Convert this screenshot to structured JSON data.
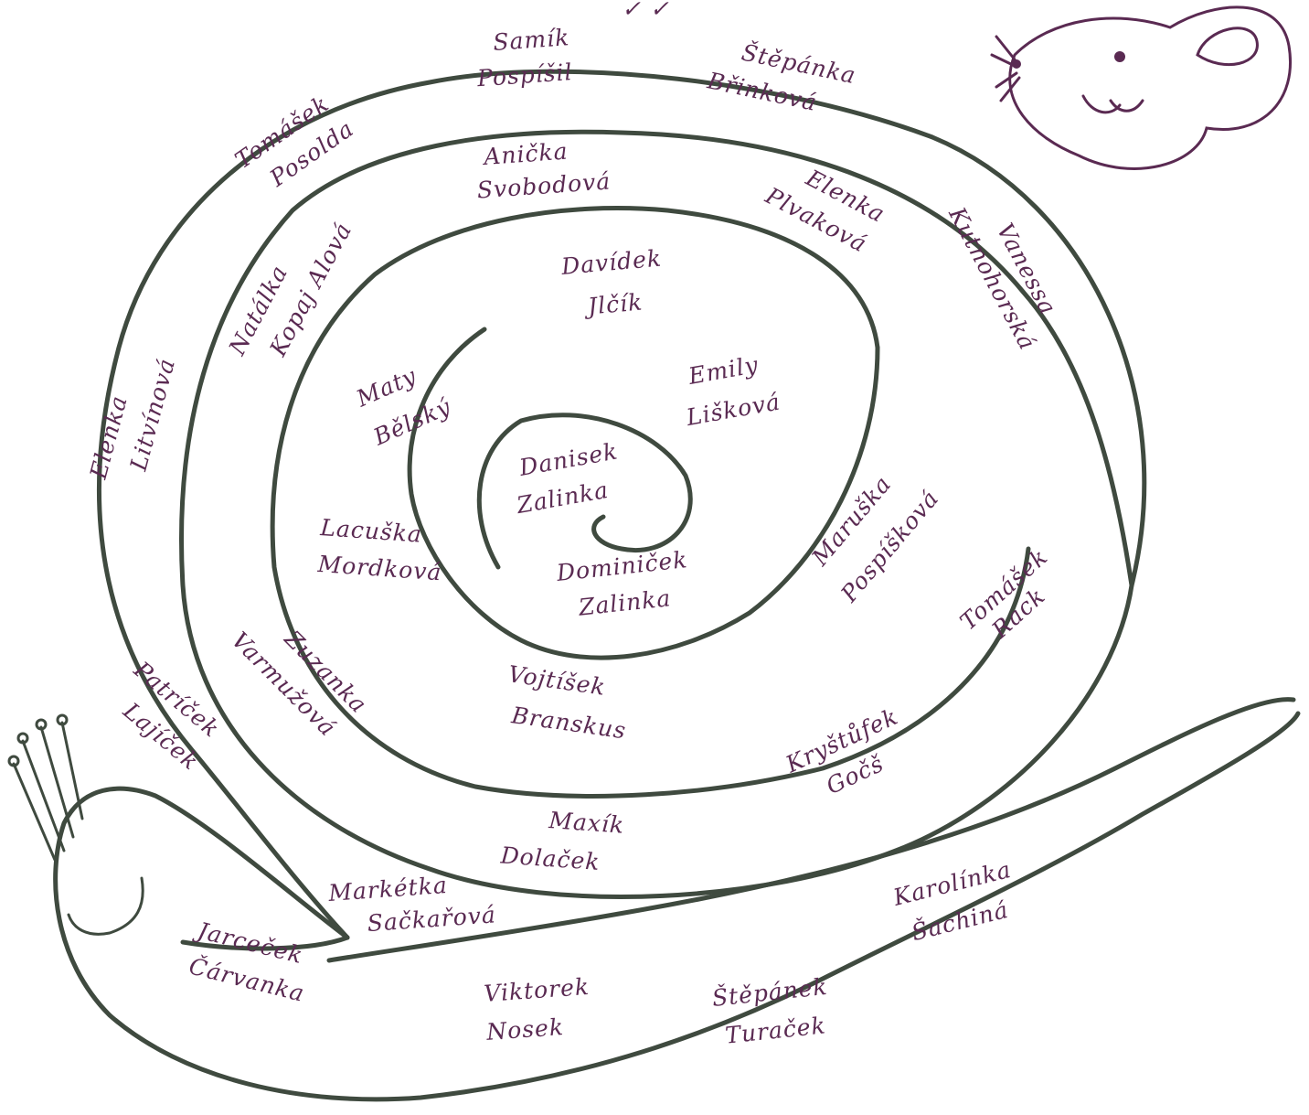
{
  "header_fragment": "✓ ✓",
  "names": [
    {
      "id": "n01",
      "line1": "Samík",
      "line2": "Pospíšil"
    },
    {
      "id": "n02",
      "line1": "Štěpánka",
      "line2": "Břinková"
    },
    {
      "id": "n03",
      "line1": "Tomášek",
      "line2": "Posolda"
    },
    {
      "id": "n04",
      "line1": "Anička",
      "line2": "Svobodová"
    },
    {
      "id": "n05",
      "line1": "Elenka",
      "line2": "Plvaková"
    },
    {
      "id": "n06",
      "line1": "Vanessa",
      "line2": "Kutnohorská"
    },
    {
      "id": "n07",
      "line1": "Natálka",
      "line2": "Kopaj Alová"
    },
    {
      "id": "n08",
      "line1": "Davídek",
      "line2": "Jlčík"
    },
    {
      "id": "n09",
      "line1": "Elenka",
      "line2": "Litvínová"
    },
    {
      "id": "n10",
      "line1": "Maty",
      "line2": "Bělský"
    },
    {
      "id": "n11",
      "line1": "Emily",
      "line2": "Lišková"
    },
    {
      "id": "n12",
      "line1": "Danisek",
      "line2": "Zalinka"
    },
    {
      "id": "n13",
      "line1": "Lacuška",
      "line2": "Mordková"
    },
    {
      "id": "n14",
      "line1": "Dominiček",
      "line2": "Zalinka"
    },
    {
      "id": "n15",
      "line1": "Maruška",
      "line2": "Pospíšková"
    },
    {
      "id": "n16",
      "line1": "Tomášek",
      "line2": "Rack"
    },
    {
      "id": "n17",
      "line1": "Vojtíšek",
      "line2": "Branskus"
    },
    {
      "id": "n18",
      "line1": "Zuzanka",
      "line2": "Varmužová"
    },
    {
      "id": "n19",
      "line1": "Patríček",
      "line2": "Lajíček"
    },
    {
      "id": "n20",
      "line1": "Kryštůfek",
      "line2": "Gočš"
    },
    {
      "id": "n21",
      "line1": "Maxík",
      "line2": "Dolaček"
    },
    {
      "id": "n22",
      "line1": "Markétka",
      "line2": "Sačkařová"
    },
    {
      "id": "n23",
      "line1": "Karolínka",
      "line2": "Šachiná"
    },
    {
      "id": "n24",
      "line1": "Jarceček",
      "line2": "Čárvanka"
    },
    {
      "id": "n25",
      "line1": "Viktorek",
      "line2": "Nosek"
    },
    {
      "id": "n26",
      "line1": "Štěpánek",
      "line2": "Turaček"
    }
  ],
  "colors": {
    "ink": "#5a2a52",
    "shell": "#3f4a3f",
    "paper": "#ffffff"
  },
  "icons": {
    "mouse": "mouse-head-icon",
    "snail": "snail-shell-icon"
  }
}
